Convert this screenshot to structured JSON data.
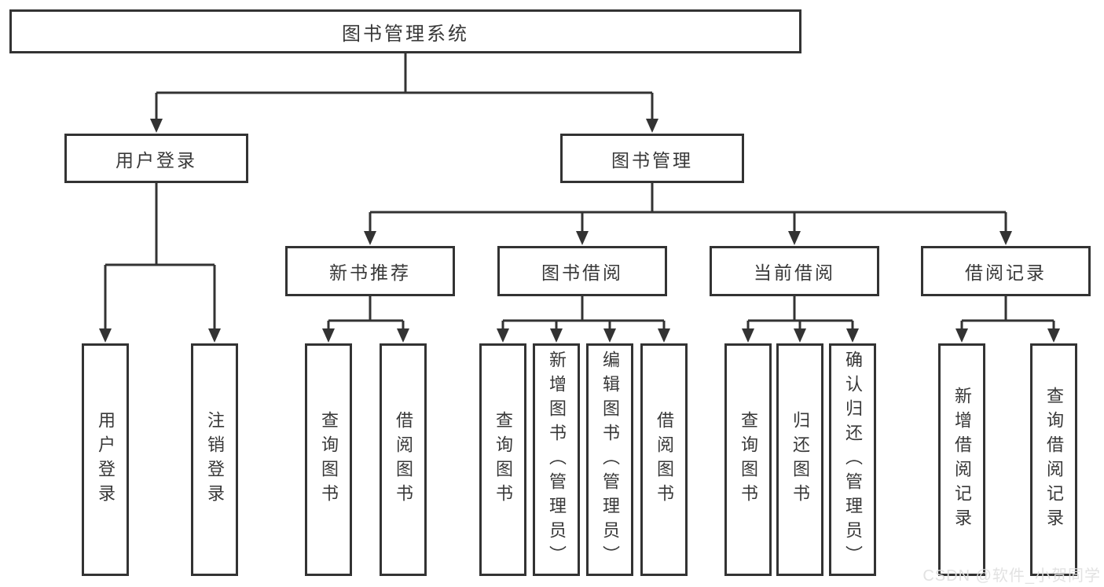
{
  "diagram_title": "图书管理系统",
  "tree": {
    "root": "图书管理系统",
    "branches": [
      {
        "label": "用户登录",
        "children": [
          "用户登录",
          "注销登录"
        ]
      },
      {
        "label": "图书管理",
        "groups": [
          {
            "label": "新书推荐",
            "children": [
              "查询图书",
              "借阅图书"
            ]
          },
          {
            "label": "图书借阅",
            "children": [
              "查询图书",
              "新增图书（管理员）",
              "编辑图书（管理员）",
              "借阅图书"
            ]
          },
          {
            "label": "当前借阅",
            "children": [
              "查询图书",
              "归还图书",
              "确认归还（管理员）"
            ]
          },
          {
            "label": "借阅记录",
            "children": [
              "新增借阅记录",
              "查询借阅记录"
            ]
          }
        ]
      }
    ]
  },
  "watermark": {
    "text": "CSDN @软件_小贺同学"
  },
  "colors": {
    "background": "#ffffff",
    "box_border": "#333333",
    "connector_line": "#333333",
    "text": "#383838",
    "watermark_text": "#e0e0e0"
  }
}
